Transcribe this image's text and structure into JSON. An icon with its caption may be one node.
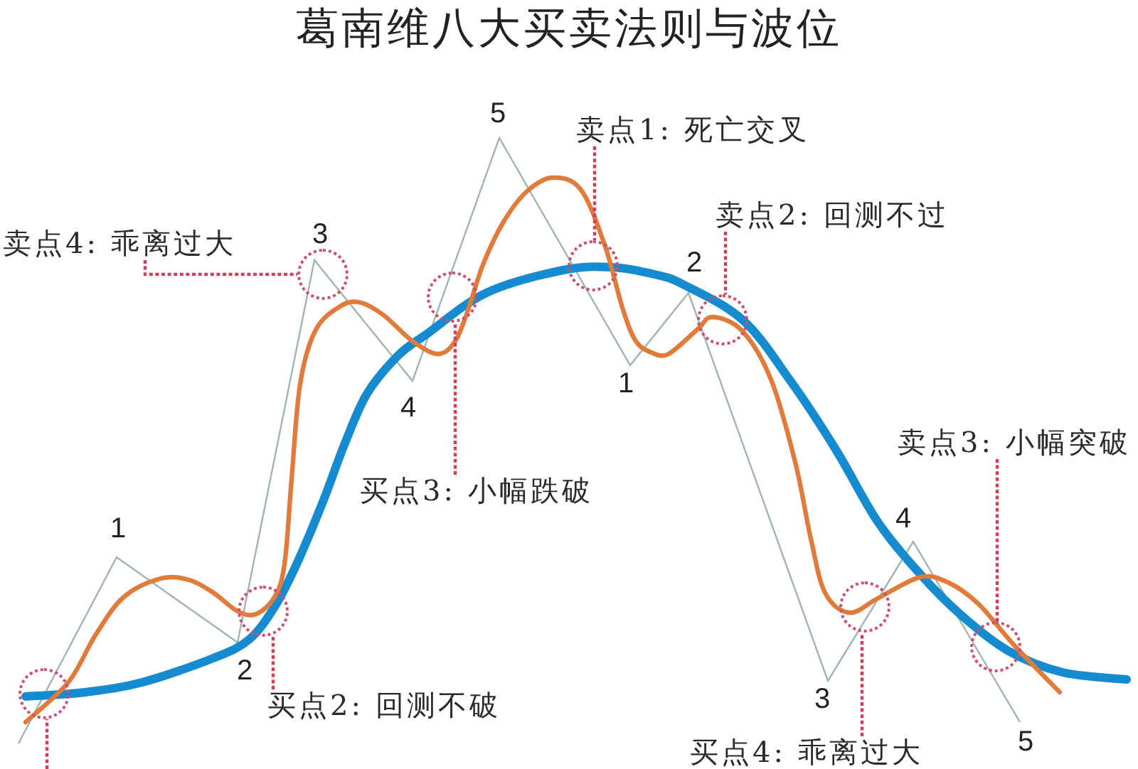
{
  "diagram": {
    "title": "葛南维八大买卖法则与波位",
    "nodes": [
      {
        "text": [
          "卖点1: 死亡交叉"
        ]
      },
      {
        "text": [
          "卖点2: 回测不过"
        ]
      },
      {
        "text": [
          "卖点4: 乖离过大"
        ]
      },
      {
        "text": [
          "卖点3: 小幅突破"
        ]
      },
      {
        "text": [
          "买点3: 小幅跌破"
        ]
      },
      {
        "text": [
          "买点2: 回测不破"
        ]
      },
      {
        "text": [
          "买点4: 乖离过大"
        ]
      },
      {
        "text": [],
        "shape": "circle"
      },
      {
        "text": [],
        "shape": "circle"
      },
      {
        "text": [],
        "shape": "circle"
      },
      {
        "text": [],
        "shape": "circle"
      },
      {
        "text": [],
        "shape": "circle"
      },
      {
        "text": [],
        "shape": "circle"
      },
      {
        "text": [],
        "shape": "circle"
      },
      {
        "text": [],
        "shape": "circle"
      }
    ],
    "edges": [
      {
        "from": 0,
        "to": 11,
        "arrow": "none",
        "style": "dashed"
      },
      {
        "from": 1,
        "to": 12,
        "arrow": "none",
        "style": "dashed"
      },
      {
        "from": 2,
        "to": 9,
        "arrow": "none",
        "style": "dashed"
      },
      {
        "from": 3,
        "to": 14,
        "arrow": "none",
        "style": "dashed"
      },
      {
        "from": 4,
        "to": 10,
        "arrow": "none",
        "style": "dashed"
      },
      {
        "from": 5,
        "to": 8,
        "arrow": "none",
        "style": "dashed"
      },
      {
        "from": 6,
        "to": 13,
        "arrow": "none",
        "style": "dashed"
      },
      {
        "from": null,
        "to": 7,
        "arrow": "none",
        "style": "dashed"
      }
    ],
    "labels": [
      "1",
      "2",
      "3",
      "4",
      "5",
      "1",
      "2",
      "3",
      "4",
      "5"
    ]
  }
}
